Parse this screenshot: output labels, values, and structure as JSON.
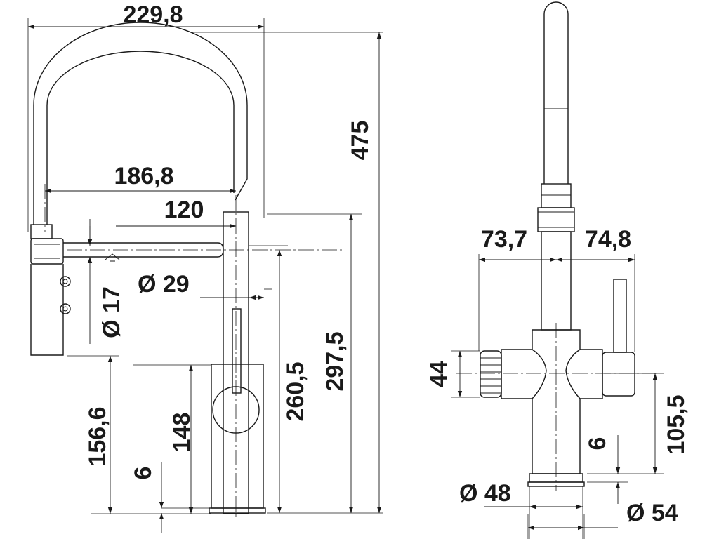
{
  "side_view": {
    "width_total": "229,8",
    "height_total": "475",
    "reach_spray": "186,8",
    "reach_center": "120",
    "dia_spray_hose": "Ø 29",
    "dia_spray_head": "Ø 17",
    "height_spray_dock": "156,6",
    "height_lever": "148",
    "plate_thickness": "6",
    "height_arm": "260,5",
    "height_holder": "297,5"
  },
  "front_view": {
    "offset_left": "73,7",
    "offset_right": "74,8",
    "height_knob": "44",
    "height_body": "105,5",
    "plate_thickness": "6",
    "dia_base": "Ø 48",
    "dia_plate": "Ø 54"
  },
  "colors": {
    "line": "#1a1a1a",
    "background": "#ffffff"
  }
}
